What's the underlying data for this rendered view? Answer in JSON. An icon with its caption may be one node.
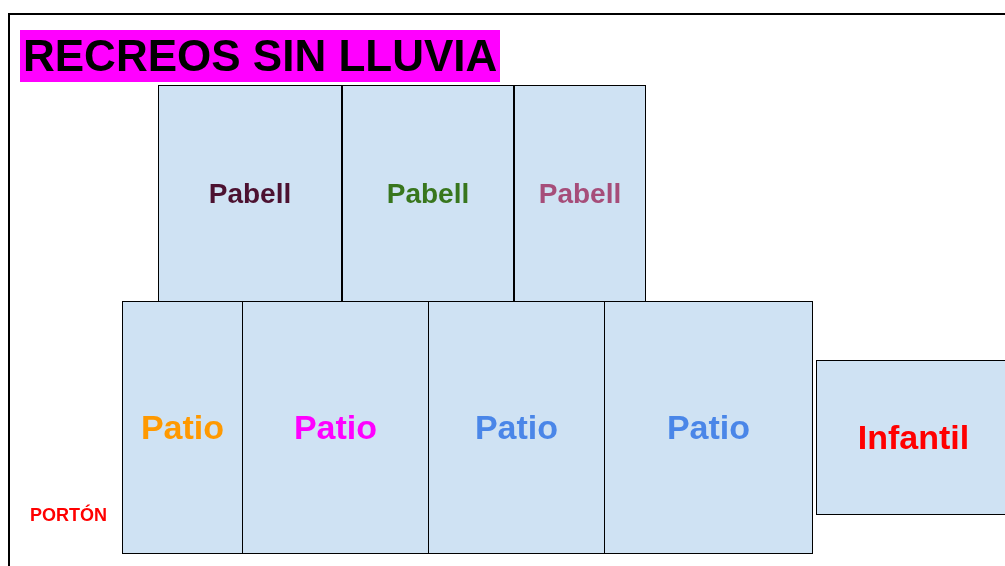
{
  "diagram": {
    "title": "RECREOS SIN LLUVIA",
    "nodes": [
      {
        "text": [
          "Pabell"
        ]
      },
      {
        "text": [
          "Pabell"
        ]
      },
      {
        "text": [
          "Pabell"
        ]
      },
      {
        "text": [
          "Patio"
        ]
      },
      {
        "text": [
          "Patio"
        ]
      },
      {
        "text": [
          "Patio"
        ]
      },
      {
        "text": [
          "Patio"
        ]
      },
      {
        "text": [
          "Infantil"
        ]
      }
    ],
    "labels": [
      "PORTÓN"
    ]
  }
}
